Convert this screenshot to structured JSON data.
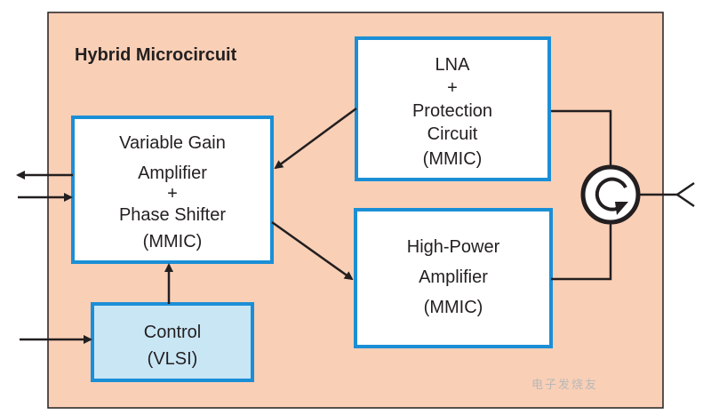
{
  "colors": {
    "microcircuit_fill": "#f9cfb6",
    "block_border": "#1b8fd6",
    "block_fill": "#ffffff",
    "control_fill": "#c9e6f5",
    "line": "#231f20"
  },
  "microcircuit": {
    "label": "Hybrid Microcircuit"
  },
  "blocks": {
    "vga": {
      "lines": [
        "Variable Gain",
        "Amplifier",
        "+",
        "Phase Shifter",
        "(MMIC)"
      ]
    },
    "lna": {
      "lines": [
        "LNA",
        "+",
        "Protection",
        "Circuit",
        "(MMIC)"
      ]
    },
    "hpa": {
      "lines": [
        "High-Power",
        "Amplifier",
        "(MMIC)"
      ]
    },
    "control": {
      "lines": [
        "Control",
        "(VLSI)"
      ]
    }
  },
  "circulator": {
    "icon": "circulator-icon"
  },
  "antenna": {
    "icon": "antenna-icon"
  },
  "watermark": {
    "text": "电子发烧友"
  }
}
